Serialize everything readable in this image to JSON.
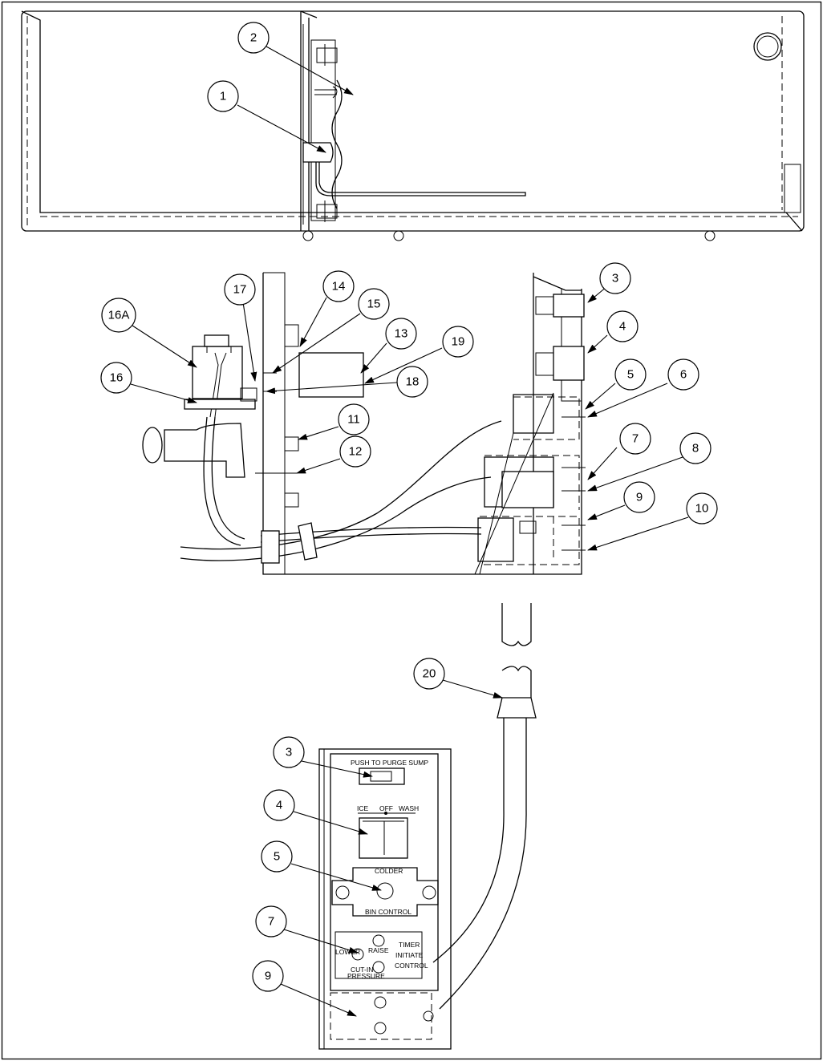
{
  "callouts": {
    "c1": "1",
    "c2": "2",
    "c3": "3",
    "c4": "4",
    "c5": "5",
    "c6": "6",
    "c7": "7",
    "c8": "8",
    "c9": "9",
    "c10": "10",
    "c11": "11",
    "c12": "12",
    "c13": "13",
    "c14": "14",
    "c15": "15",
    "c16": "16",
    "c16a": "16A",
    "c17": "17",
    "c18": "18",
    "c19": "19",
    "c20": "20",
    "p3": "3",
    "p4": "4",
    "p5": "5",
    "p7": "7",
    "p9": "9"
  },
  "panel": {
    "purge_label": "PUSH TO PURGE SUMP",
    "ice_label": "ICE",
    "off_label": "OFF",
    "wash_label": "WASH",
    "colder_label": "COLDER",
    "bin_control_label": "BIN CONTROL",
    "lower_label": "LOWER",
    "raise_label": "RAISE",
    "cut_in_label": "CUT-IN",
    "pressure_label": "PRESSURE",
    "timer_label": "TIMER",
    "initiate_label": "INITIATE",
    "control_label": "CONTROL"
  }
}
